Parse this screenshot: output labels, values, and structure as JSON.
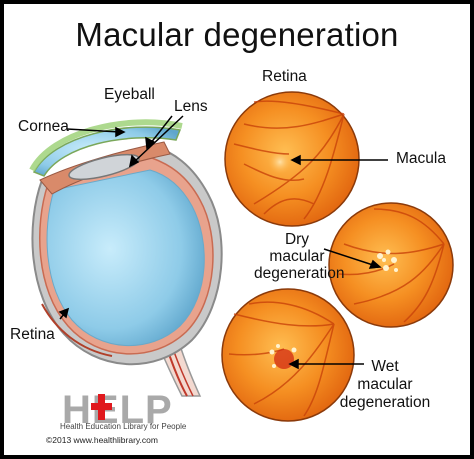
{
  "title": "Macular degeneration",
  "labels": {
    "retina_top": "Retina",
    "eyeball": "Eyeball",
    "lens": "Lens",
    "cornea": "Cornea",
    "macula": "Macula",
    "dry_line1": "Dry",
    "dry_line2": "macular",
    "dry_line3": "degeneration",
    "retina_side": "Retina",
    "wet_line1": "Wet",
    "wet_line2": "macular",
    "wet_line3": "degeneration"
  },
  "logo": {
    "text": "HELP",
    "tagline": "Health Education Library for People",
    "copyright": "©2013 www.healthlibrary.com"
  },
  "colors": {
    "retina_orange": "#f07a18",
    "retina_center": "#ffb84a",
    "vessel_red": "#c8420a",
    "eye_blue": "#a7d8f0",
    "cornea_green": "#9fd27a",
    "logo_red": "#e0191e",
    "logo_gray": "#a9a9a9"
  }
}
